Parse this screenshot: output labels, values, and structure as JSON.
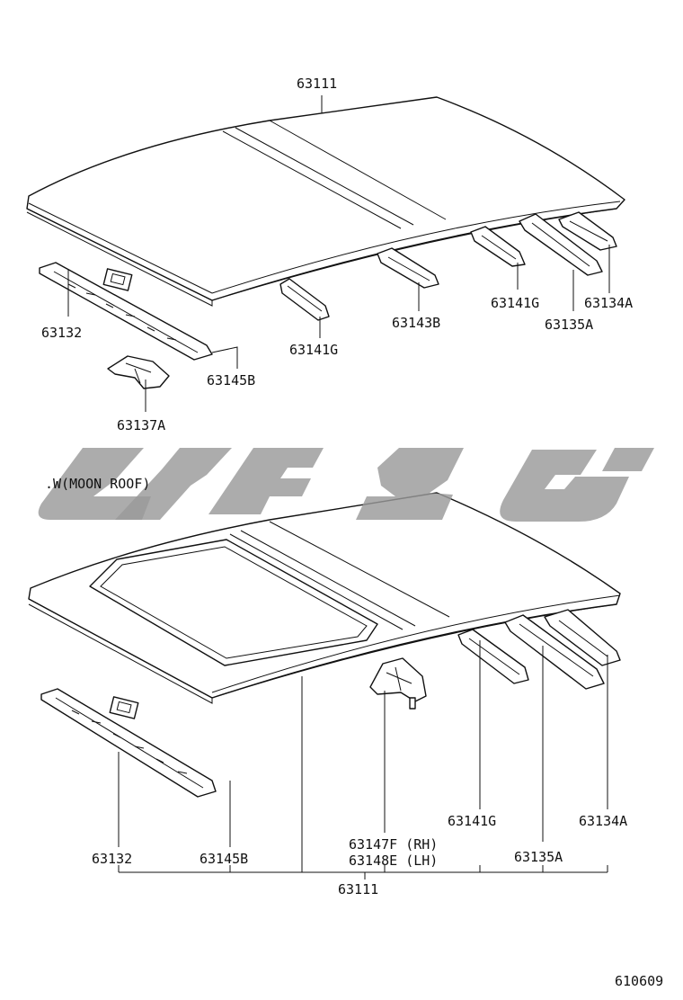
{
  "upper_view": {
    "labels": {
      "roof_panel": "63111",
      "side_rail_front": "63132",
      "reinforcement_front": "63145B",
      "bracket": "63137A",
      "bow_1": "63141G",
      "bow_2": "63143B",
      "bow_3": "63141G",
      "reinforcement_rear_1": "63135A",
      "reinforcement_rear_2": "63134A"
    }
  },
  "lower_view": {
    "heading": ".W(MOON ROOF)",
    "labels": {
      "side_rail_front": "63132",
      "reinforcement_front": "63145B",
      "bracket_rh": "63147F (RH)",
      "bracket_lh": "63148E (LH)",
      "bow": "63141G",
      "reinforcement_rear_1": "63135A",
      "reinforcement_rear_2": "63134A",
      "roof_panel": "63111"
    }
  },
  "watermark": {
    "color": "#9a9a9a"
  },
  "figure_code": "610609"
}
